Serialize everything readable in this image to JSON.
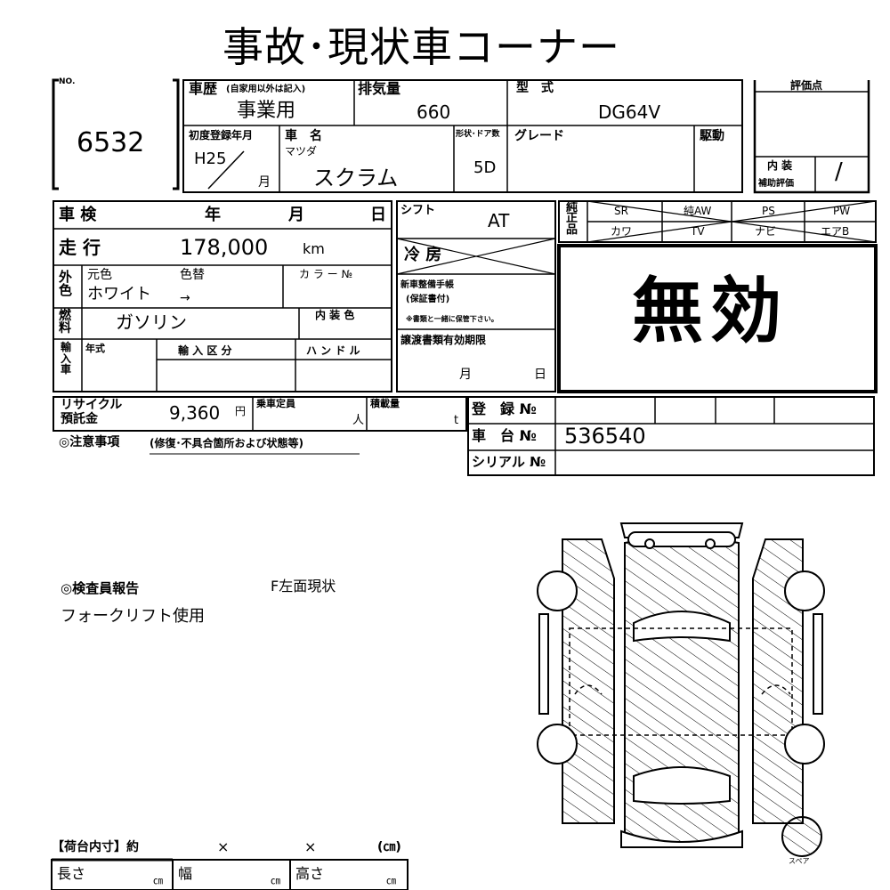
{
  "title": "事故･現状車コーナー",
  "sheet": {
    "no_label": "NO.",
    "no_value": "6532",
    "history_label": "車歴",
    "history_note": "(自家用以外は記入)",
    "history_value": "事業用",
    "displacement_label": "排気量",
    "displacement_value": "660",
    "model_label": "型　式",
    "model_value": "DG64V",
    "rating_label": "評価点",
    "rating_interior_label": "内 装",
    "rating_aux_label": "補助評価",
    "rating_interior_value": "/",
    "first_reg_label": "初度登録年月",
    "first_reg_year": "H25",
    "first_reg_month_unit": "月",
    "car_name_label": "車　名",
    "maker": "マツダ",
    "car_name": "スクラム",
    "shape_doors_label": "形状･ドア数",
    "doors_value": "5D",
    "grade_label": "グレード",
    "drive_label": "駆動"
  },
  "inspection": {
    "shaken_label": "車 検",
    "year_unit": "年",
    "month_unit": "月",
    "day_unit": "日",
    "mileage_label": "走 行",
    "mileage_value": "178,000",
    "mileage_unit": "km",
    "color_side_label": "外色",
    "orig_color_label": "元色",
    "repaint_label": "色替",
    "color_value": "ホワイト",
    "color_arrow": "→",
    "color_no_label": "カ ラ ー №",
    "fuel_label": "燃料",
    "fuel_value": "ガソリン",
    "interior_color_label": "内 装 色",
    "import_label": "輸入車",
    "model_year_label": "年式",
    "import_class_label": "輸 入 区 分",
    "handle_label": "ハ ン ド ル",
    "recycle_label_1": "リサイクル",
    "recycle_label_2": "預託金",
    "recycle_value": "9,360",
    "recycle_unit": "円",
    "capacity_label": "乗車定員",
    "capacity_unit": "人",
    "load_label": "積載量",
    "load_unit": "t",
    "notes_label": "◎注意事項",
    "notes_sub": "(修復･不具合箇所および状態等)"
  },
  "equipment": {
    "shift_label": "シフト",
    "shift_value": "AT",
    "ac_label": "冷 房",
    "genuine_label": "純正品",
    "items_row1": [
      "SR",
      "純AW",
      "PS",
      "PW"
    ],
    "items_row2": [
      "カワ",
      "TV",
      "ナビ",
      "エアB"
    ],
    "manual_label_1": "新車整備手帳",
    "manual_label_2": "(保証書付)",
    "manual_note": "※書類と一緒に保管下さい。",
    "transfer_label": "譲渡書類有効期限",
    "transfer_month": "月",
    "transfer_day": "日",
    "invalid_stamp": "無効"
  },
  "registration": {
    "reg_no_label": "登　録 №",
    "chassis_label": "車　台 №",
    "chassis_value": "536540",
    "serial_label": "シリアル №"
  },
  "report": {
    "inspector_label": "◎検査員報告",
    "f_note": "F左面現状",
    "forklift_note": "フォークリフト使用",
    "spare_label": "スペア"
  },
  "cargo": {
    "label": "【荷台内寸】約",
    "x1": "×",
    "x2": "×",
    "unit_paren": "(㎝)",
    "length_label": "長さ",
    "width_label": "幅",
    "height_label": "高さ",
    "cm": "㎝"
  }
}
